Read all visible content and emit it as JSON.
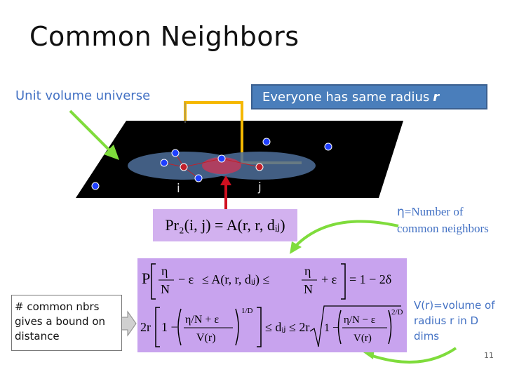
{
  "slide": {
    "title": "Common Neighbors",
    "unit_volume_label": "Unit volume universe",
    "radius_label": "Everyone has same radius",
    "radius_symbol": "r",
    "node_i_label": "i",
    "node_j_label": "j",
    "pr_formula": "Pr₂(i, j) = A(r, r, dᵢⱼ)",
    "eta_symbol": "η",
    "eta_definition": "=Number of common neighbors",
    "vr_definition": "V(r)=volume of radius r in D dims",
    "note_text": "# common nbrs gives a bound on distance",
    "slide_number": "11"
  },
  "formula": {
    "line1_left": "P",
    "line1_middle": "≤ A(r, r, dᵢⱼ) ≤",
    "line1_right": "= 1 − 2δ",
    "eta": "η",
    "n": "N",
    "minus_eps": "− ε",
    "plus_eps": "+ ε",
    "line2_lead": "2r",
    "line2_mid": "≤ dᵢⱼ ≤ 2r",
    "frac_plus_num": "η/N + ε",
    "frac_minus_num": "η/N − ε",
    "frac_den": "V(r)",
    "exp1": "1/D",
    "exp2": "2/D",
    "one_minus": "1 −"
  },
  "colors": {
    "plane": "#000000",
    "ellipse": "#5b7fa8",
    "blue_node": "#1f3fff",
    "red_node": "#c0202a",
    "yellow_line": "#f5b800",
    "green_arrow": "#7fdc3c",
    "red_arrow": "#d01020"
  }
}
